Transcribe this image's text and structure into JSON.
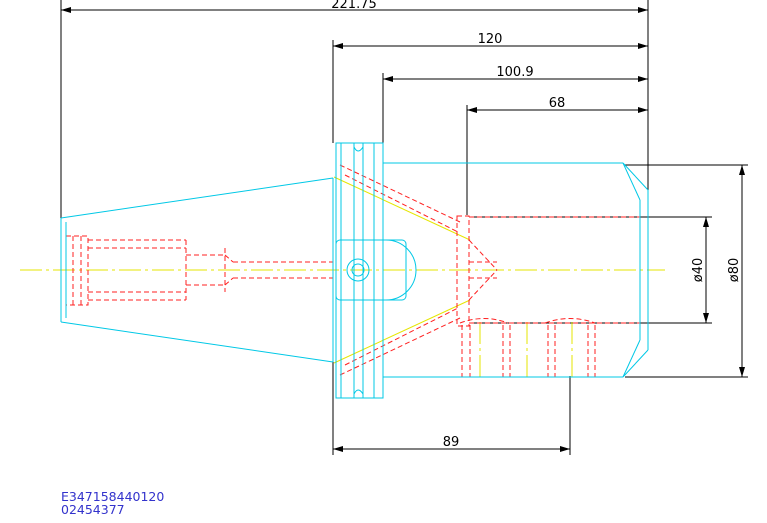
{
  "drawing": {
    "dimensions": {
      "overall_length": "221.75",
      "length_120": "120",
      "length_100_9": "100.9",
      "length_68": "68",
      "length_89": "89",
      "diameter_40": "ø40",
      "diameter_80": "ø80"
    },
    "codes": {
      "line1": "E347158440120",
      "line2": "02454377"
    },
    "colors": {
      "outline": "#00c8e6",
      "hidden": "#ff2020",
      "centerline": "#e6e600",
      "dimension": "#000000",
      "code_text": "#3333cc"
    }
  }
}
